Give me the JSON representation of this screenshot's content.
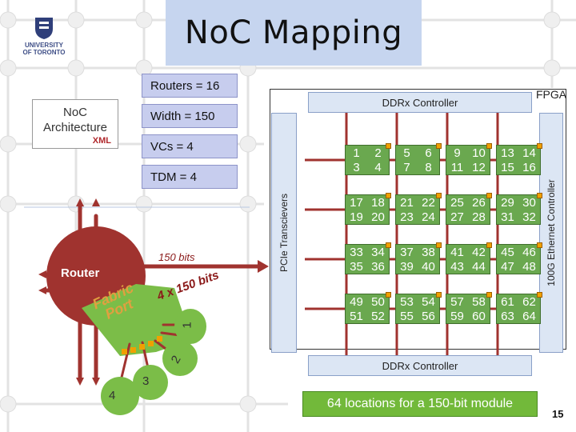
{
  "title": "NoC Mapping",
  "params": {
    "routers": "Routers = 16",
    "width": "Width = 150",
    "vcs": "VCs = 4",
    "tdm": "TDM = 4"
  },
  "logo": {
    "line1": "UNIVERSITY",
    "line2": "OF TORONTO"
  },
  "doc": {
    "line1": "NoC",
    "line2": "Architecture",
    "badge": "XML"
  },
  "router": {
    "label": "Router",
    "bits_label": "150 bits",
    "fabric_bits": "4 x 150 bits",
    "fabric_line1": "Fabric",
    "fabric_line2": "Port",
    "ports": [
      "1",
      "2",
      "3",
      "4"
    ]
  },
  "fpga": {
    "label": "FPGA",
    "ddr_top": "DDRx Controller",
    "ddr_bottom": "DDRx Controller",
    "pcie": "PCIe Transcievers",
    "eth": "100G Ethernet Controller"
  },
  "tiles": [
    [
      [
        "1",
        "2",
        "3",
        "4"
      ],
      [
        "5",
        "6",
        "7",
        "8"
      ],
      [
        "9",
        "10",
        "11",
        "12"
      ],
      [
        "13",
        "14",
        "15",
        "16"
      ]
    ],
    [
      [
        "17",
        "18",
        "19",
        "20"
      ],
      [
        "21",
        "22",
        "23",
        "24"
      ],
      [
        "25",
        "26",
        "27",
        "28"
      ],
      [
        "29",
        "30",
        "31",
        "32"
      ]
    ],
    [
      [
        "33",
        "34",
        "35",
        "36"
      ],
      [
        "37",
        "38",
        "39",
        "40"
      ],
      [
        "41",
        "42",
        "43",
        "44"
      ],
      [
        "45",
        "46",
        "47",
        "48"
      ]
    ],
    [
      [
        "49",
        "50",
        "51",
        "52"
      ],
      [
        "53",
        "54",
        "55",
        "56"
      ],
      [
        "57",
        "58",
        "59",
        "60"
      ],
      [
        "61",
        "62",
        "63",
        "64"
      ]
    ]
  ],
  "caption": "64 locations for a 150-bit module",
  "page_number": "15",
  "colors": {
    "title_bg": "#c6d5ef",
    "param_bg": "#c7cdee",
    "router": "#a0332f",
    "tile": "#6aa84f",
    "fabric_port": "#7bbd48",
    "caption_bg": "#72b93a"
  }
}
